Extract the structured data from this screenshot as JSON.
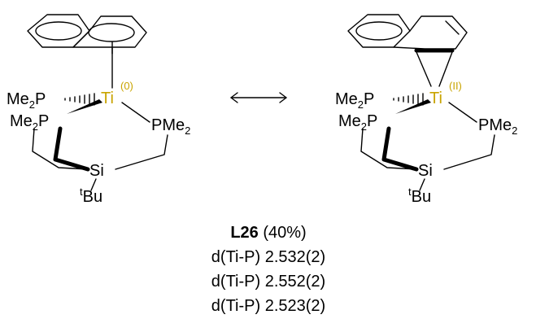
{
  "left_structure": {
    "metal": "Ti",
    "oxidation": "(0)",
    "ligand_top_left": "Me",
    "ligand_top_left_sub": "2",
    "ligand_top_left_end": "P",
    "ligand_mid_left": "Me",
    "ligand_mid_left_sub": "2",
    "ligand_mid_left_end": "P",
    "ligand_right": "PMe",
    "ligand_right_sub": "2",
    "silicon": "Si",
    "tbu_sup": "t",
    "tbu": "Bu"
  },
  "right_structure": {
    "metal": "Ti",
    "oxidation": "(II)",
    "ligand_top_left": "Me",
    "ligand_top_left_sub": "2",
    "ligand_top_left_end": "P",
    "ligand_mid_left": "Me",
    "ligand_mid_left_sub": "2",
    "ligand_mid_left_end": "P",
    "ligand_right": "PMe",
    "ligand_right_sub": "2",
    "silicon": "Si",
    "tbu_sup": "t",
    "tbu": "Bu"
  },
  "caption": {
    "compound": "L26",
    "yield": " (40%)",
    "distances": [
      "d(Ti-P) 2.532(2)",
      "d(Ti-P) 2.552(2)",
      "d(Ti-P) 2.523(2)"
    ]
  },
  "colors": {
    "titanium": "#c9a400",
    "ink": "#000000"
  }
}
